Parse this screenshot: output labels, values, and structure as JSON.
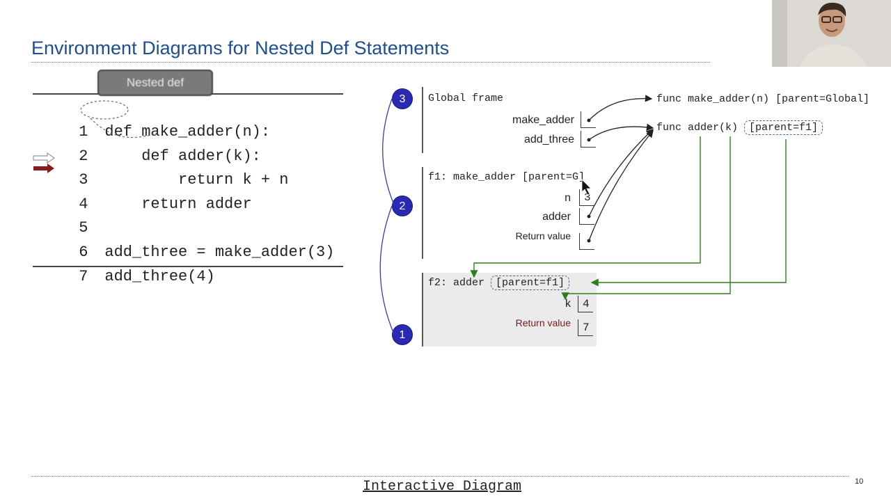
{
  "slide": {
    "title": "Environment Diagrams for Nested Def Statements",
    "footer_link": "Interactive Diagram",
    "page_number": "10"
  },
  "code": {
    "tooltip": "Nested def",
    "lines": [
      {
        "num": "1",
        "text": "def make_adder(n):"
      },
      {
        "num": "2",
        "text": "    def adder(k):"
      },
      {
        "num": "3",
        "text": "        return k + n"
      },
      {
        "num": "4",
        "text": "    return adder"
      },
      {
        "num": "5",
        "text": ""
      },
      {
        "num": "6",
        "text": "add_three = make_adder(3)"
      },
      {
        "num": "7",
        "text": "add_three(4)"
      }
    ]
  },
  "diagram": {
    "global_frame": {
      "label": "Global frame",
      "badge": "3",
      "vars": [
        "make_adder",
        "add_three"
      ]
    },
    "f1_frame": {
      "label": "f1: make_adder [parent=G]",
      "badge": "2",
      "vars": [
        {
          "name": "n",
          "value": "3"
        },
        {
          "name": "adder",
          "value": ""
        },
        {
          "name": "Return value",
          "value": ""
        }
      ]
    },
    "f2_frame": {
      "label_prefix": "f2: adder",
      "label_parent": "[parent=f1]",
      "badge": "1",
      "vars": [
        {
          "name": "k",
          "value": "4"
        },
        {
          "name": "Return value",
          "value": "7"
        }
      ]
    },
    "functions": {
      "make_adder": "func make_adder(n) [parent=Global]",
      "adder_prefix": "func adder(k)",
      "adder_parent": "[parent=f1]"
    },
    "colors": {
      "badge": "#2929b3",
      "green_arrow": "#2e7d1e",
      "black_arrow": "#222222",
      "title": "#1f4e8c"
    }
  }
}
